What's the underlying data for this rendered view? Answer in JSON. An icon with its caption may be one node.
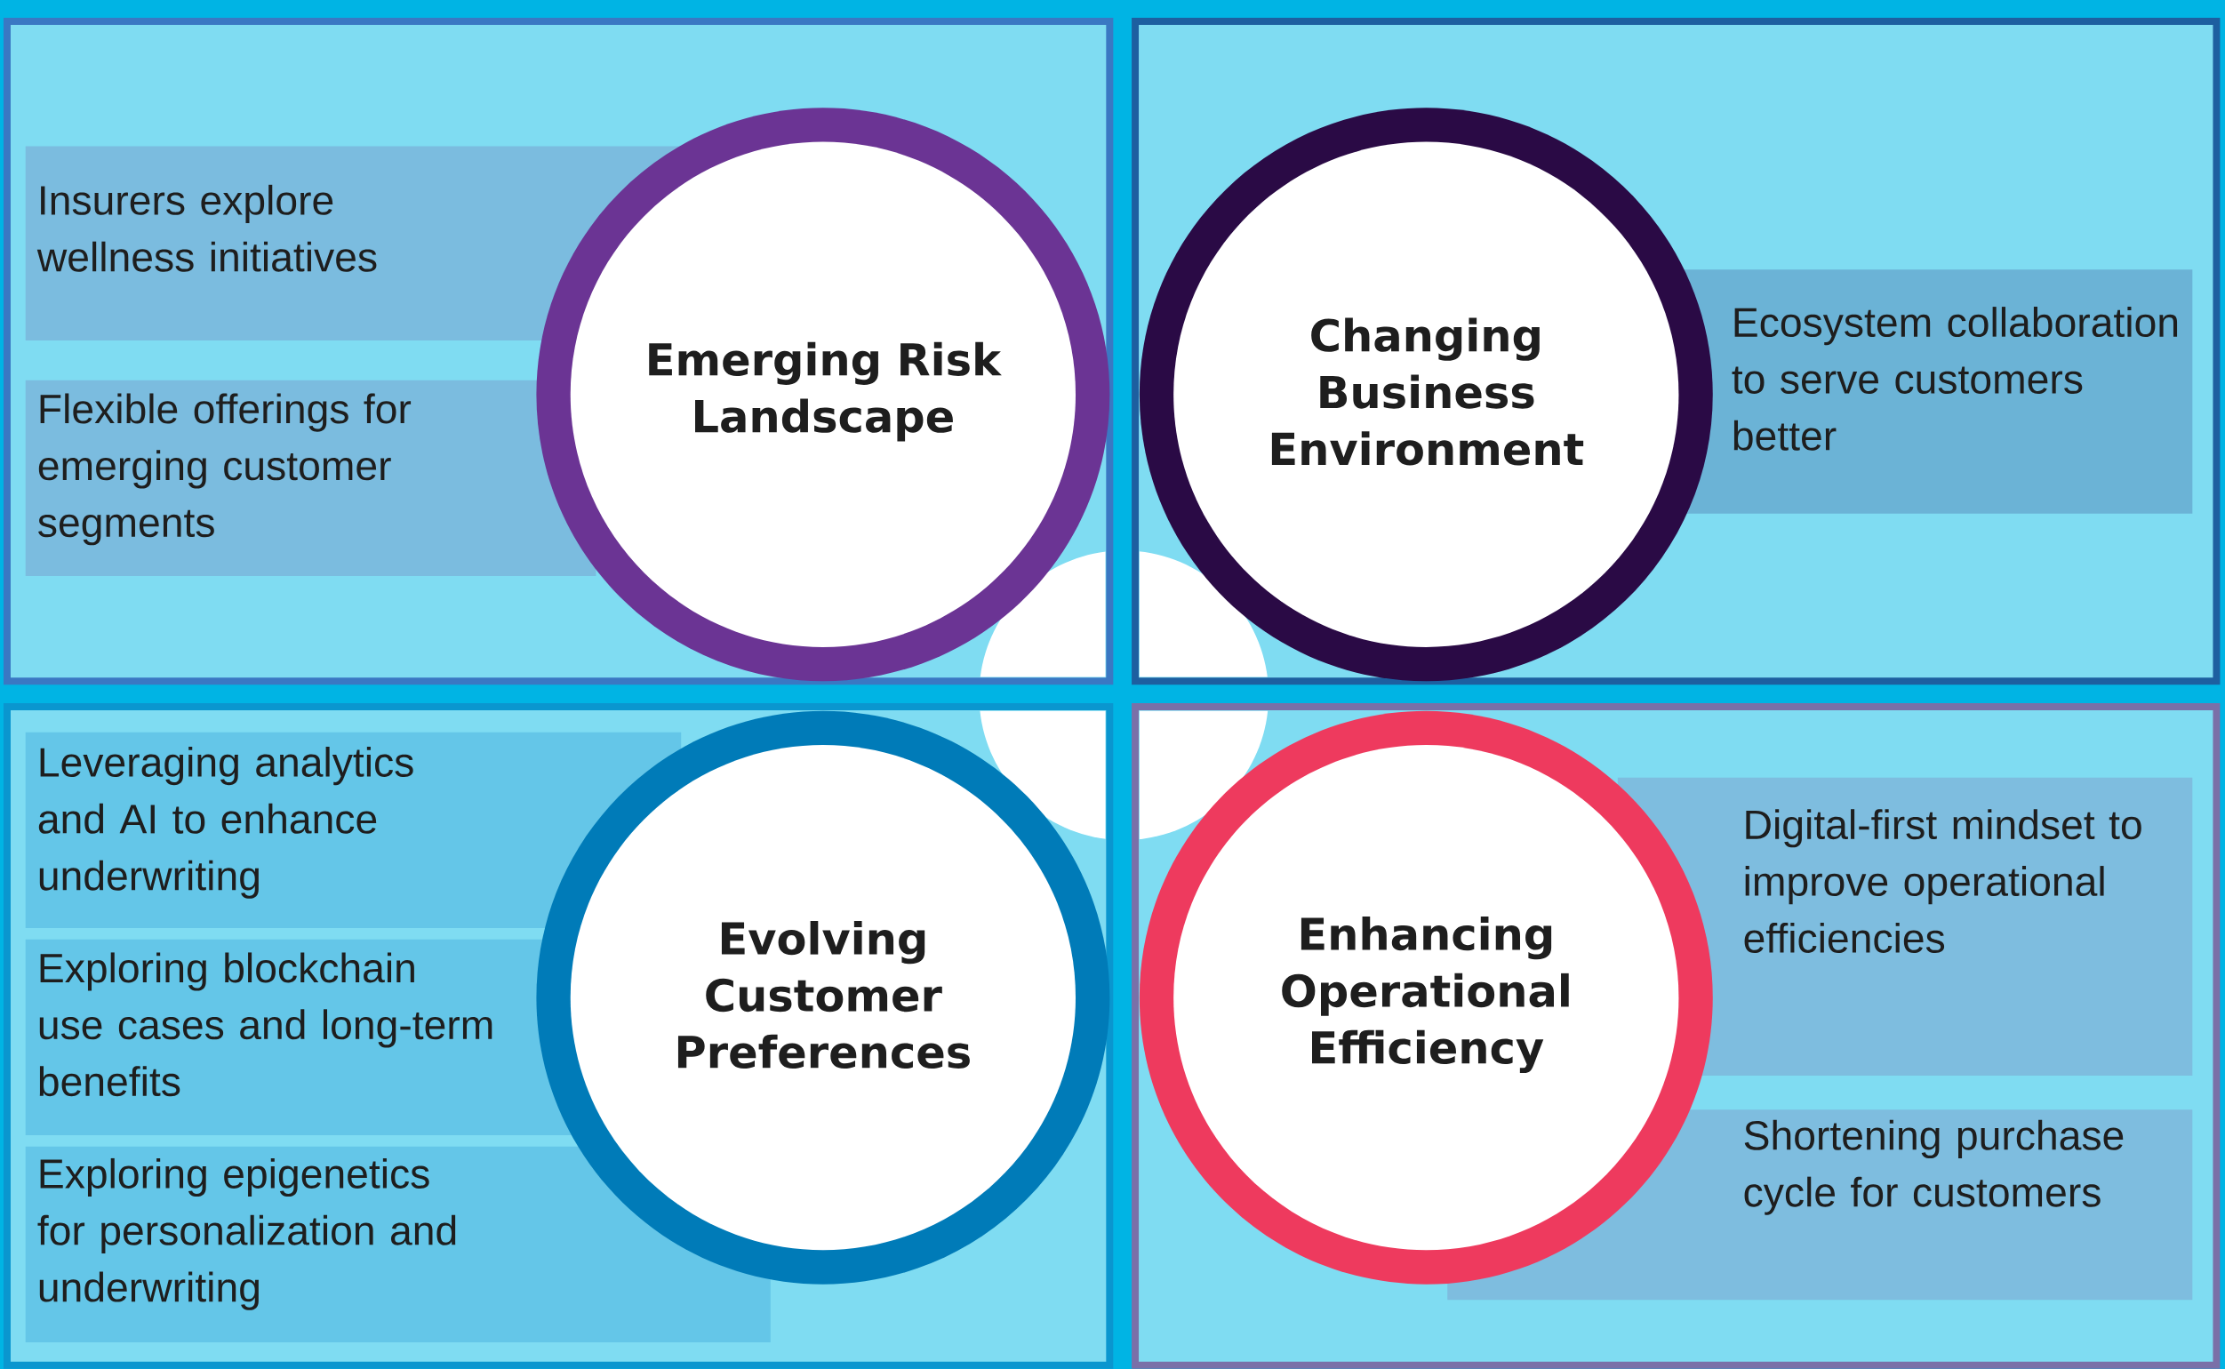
{
  "diagram": {
    "nodes": [
      {
        "text": [
          "Emerging Risk Landscape"
        ]
      },
      {
        "text": [
          "Insurers explore wellness initiatives"
        ]
      },
      {
        "text": [
          "Flexible offerings for emerging customer segments"
        ]
      },
      {
        "text": [
          "Changing Business Environment"
        ]
      },
      {
        "text": [
          "Ecosystem collaboration to serve customers better"
        ]
      },
      {
        "text": [
          "Evolving Customer Preferences"
        ]
      },
      {
        "text": [
          "Leveraging analytics and AI to enhance underwriting"
        ]
      },
      {
        "text": [
          "Exploring blockchain use cases and long-term benefits"
        ]
      },
      {
        "text": [
          "Exploring epigenetics for personalization and underwriting"
        ]
      },
      {
        "text": [
          "Enhancing Operational Efficiency"
        ]
      },
      {
        "text": [
          "Digital-first mindset to improve operational efficiencies"
        ]
      },
      {
        "text": [
          "Shortening purchase cycle for customers"
        ]
      }
    ]
  }
}
